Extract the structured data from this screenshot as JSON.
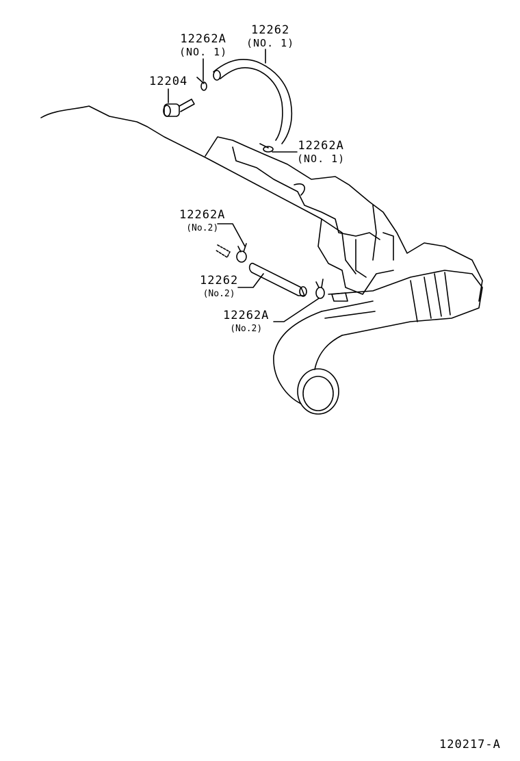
{
  "callouts": [
    {
      "part": "12262A",
      "note": "(NO. 1)"
    },
    {
      "part": "12262",
      "note": "(NO. 1)"
    },
    {
      "part": "12204",
      "note": ""
    },
    {
      "part": "12262A",
      "note": "(NO. 1)"
    },
    {
      "part": "12262A",
      "note": "(No.2)"
    },
    {
      "part": "12262",
      "note": "(No.2)"
    },
    {
      "part": "12262A",
      "note": "(No.2)"
    }
  ],
  "diagram_code": "120217-A"
}
